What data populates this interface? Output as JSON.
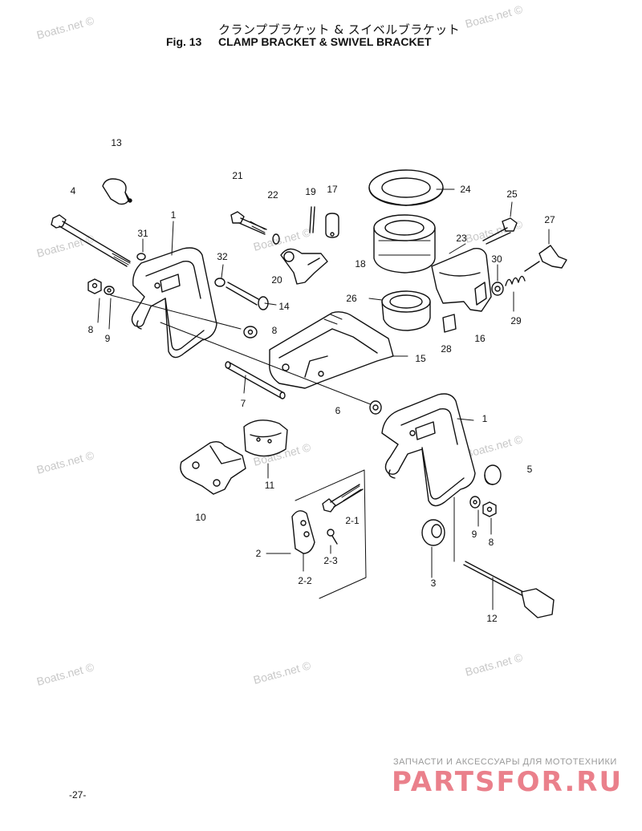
{
  "header": {
    "title_jp": "クランプブラケット & スイベルブラケット",
    "fig_label": "Fig. 13",
    "title_en": "CLAMP BRACKET & SWIVEL BRACKET"
  },
  "callouts": [
    {
      "id": "13",
      "text": "13"
    },
    {
      "id": "4",
      "text": "4"
    },
    {
      "id": "21",
      "text": "21"
    },
    {
      "id": "22",
      "text": "22"
    },
    {
      "id": "19",
      "text": "19"
    },
    {
      "id": "17",
      "text": "17"
    },
    {
      "id": "24",
      "text": "24"
    },
    {
      "id": "25",
      "text": "25"
    },
    {
      "id": "27",
      "text": "27"
    },
    {
      "id": "1-top",
      "text": "1"
    },
    {
      "id": "31",
      "text": "31"
    },
    {
      "id": "32",
      "text": "32"
    },
    {
      "id": "20",
      "text": "20"
    },
    {
      "id": "18",
      "text": "18"
    },
    {
      "id": "23",
      "text": "23"
    },
    {
      "id": "30",
      "text": "30"
    },
    {
      "id": "14",
      "text": "14"
    },
    {
      "id": "26",
      "text": "26"
    },
    {
      "id": "29",
      "text": "29"
    },
    {
      "id": "8-left",
      "text": "8"
    },
    {
      "id": "9-left",
      "text": "9"
    },
    {
      "id": "8-mid",
      "text": "8"
    },
    {
      "id": "16",
      "text": "16"
    },
    {
      "id": "28",
      "text": "28"
    },
    {
      "id": "15",
      "text": "15"
    },
    {
      "id": "7",
      "text": "7"
    },
    {
      "id": "6",
      "text": "6"
    },
    {
      "id": "1-right",
      "text": "1"
    },
    {
      "id": "5",
      "text": "5"
    },
    {
      "id": "11",
      "text": "11"
    },
    {
      "id": "10",
      "text": "10"
    },
    {
      "id": "2-1",
      "text": "2-1"
    },
    {
      "id": "9-right",
      "text": "9"
    },
    {
      "id": "8-right",
      "text": "8"
    },
    {
      "id": "2",
      "text": "2"
    },
    {
      "id": "2-3",
      "text": "2-3"
    },
    {
      "id": "2-2",
      "text": "2-2"
    },
    {
      "id": "3",
      "text": "3"
    },
    {
      "id": "12",
      "text": "12"
    }
  ],
  "watermark": "Boats.net ©",
  "footer": {
    "page_number": "-27-",
    "shop_tagline": "ЗАПЧАСТИ И АКСЕССУАРЫ ДЛЯ МОТОТЕХНИКИ",
    "shop_logo_text": "PARTSFOR.RU"
  },
  "colors": {
    "ink": "#111111",
    "watermark": "#c8c8c8",
    "logo_red": "#d8182c"
  }
}
